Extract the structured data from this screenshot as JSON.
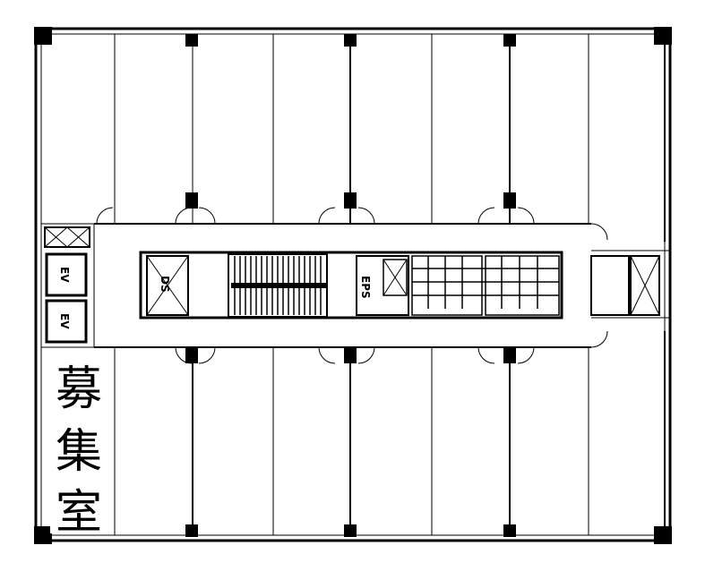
{
  "vacancy": {
    "chars": [
      "募",
      "集",
      "室"
    ]
  },
  "core": {
    "elevator_1": "EV",
    "elevator_2": "EV",
    "duct_space": "DS",
    "eps": "EPS"
  },
  "colors": {
    "line": "#000000",
    "background": "#ffffff",
    "room_fill": "#fafafa"
  }
}
